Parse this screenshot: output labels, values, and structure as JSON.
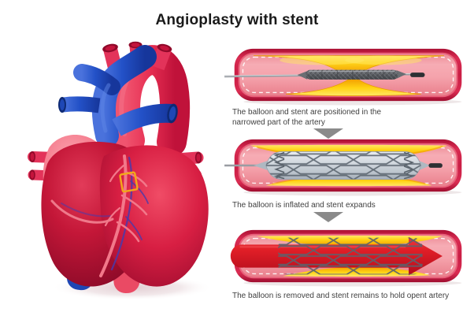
{
  "title": "Angioplasty with stent",
  "stages": [
    {
      "caption": "The balloon and stent are positioned in the narrowed part of the artery"
    },
    {
      "caption": "The balloon is inflated and stent expands"
    },
    {
      "caption": "The balloon is removed and stent remains to hold opent artery"
    }
  ],
  "colors": {
    "artery_wall": "#C2173E",
    "artery_lumen": "#F5A3AC",
    "plaque_yellow": "#FFD314",
    "balloon_silver": "#C9D0D7",
    "stent_gray": "#5A646E",
    "blood_flow_arrow": "#D8141F",
    "heart_red": "#C4163A",
    "atrium_pink": "#F57D8E",
    "vessel_blue": "#2351C7",
    "step_arrow_gray": "#8A8A8A",
    "marker_yellow": "#F2A71B",
    "title_text": "#1A1A1A",
    "caption_text": "#3F3F3F"
  }
}
